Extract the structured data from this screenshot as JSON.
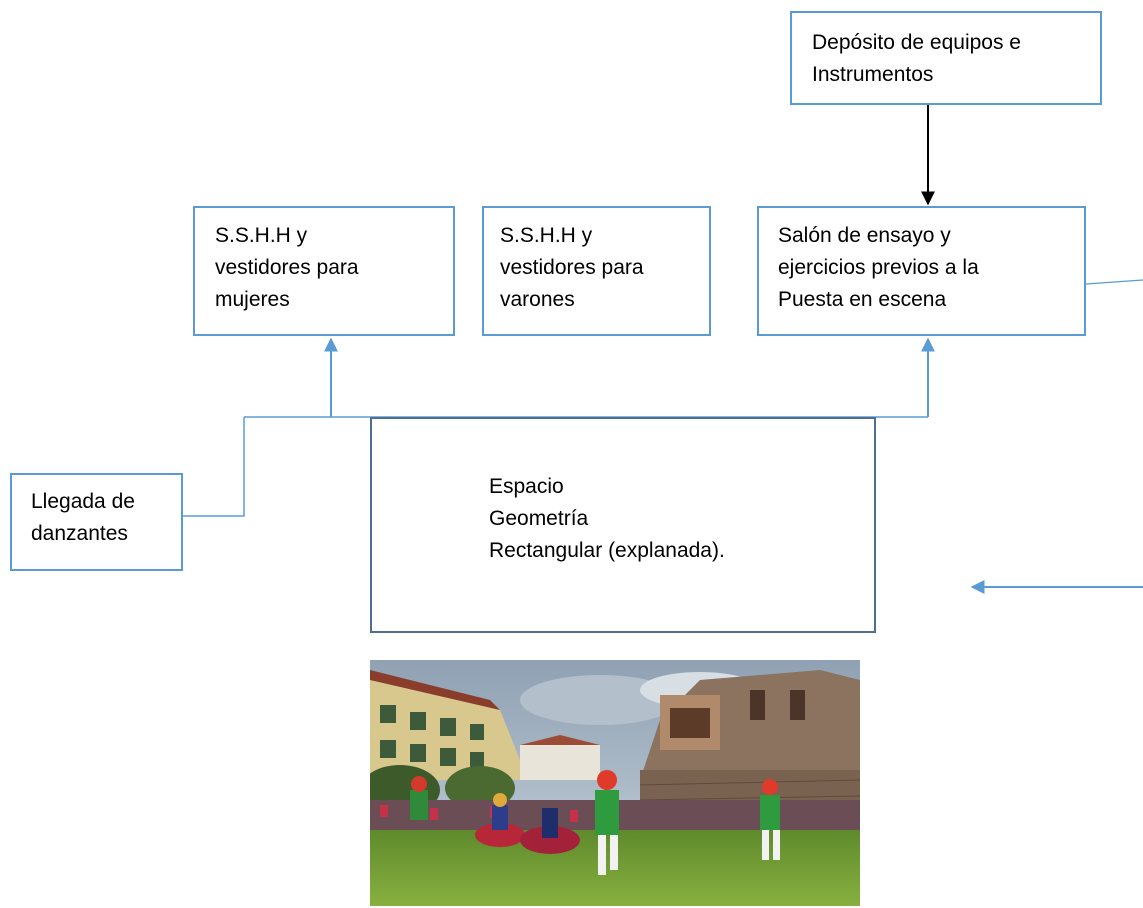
{
  "boxes": {
    "deposito": {
      "lines": [
        "Depósito de equipos e",
        "Instrumentos"
      ]
    },
    "mujeres": {
      "lines": [
        "S.S.H.H y",
        "vestidores para",
        "mujeres"
      ]
    },
    "varones": {
      "lines": [
        "S.S.H.H y",
        "vestidores para",
        "varones"
      ]
    },
    "salon": {
      "lines": [
        "Salón de ensayo y",
        "ejercicios previos a la",
        "Puesta en escena"
      ]
    },
    "llegada": {
      "lines": [
        "Llegada de",
        "danzantes"
      ]
    },
    "espacio": {
      "lines": [
        "Espacio",
        "Geometría",
        "Rectangular (explanada)."
      ]
    }
  },
  "colors": {
    "box_border": "#5b9bd5",
    "espacio_border": "#4f6f91",
    "connector": "#5b9bd5",
    "black_arrow": "#000000"
  },
  "photo": {
    "icon": "dance-festival-photo"
  }
}
